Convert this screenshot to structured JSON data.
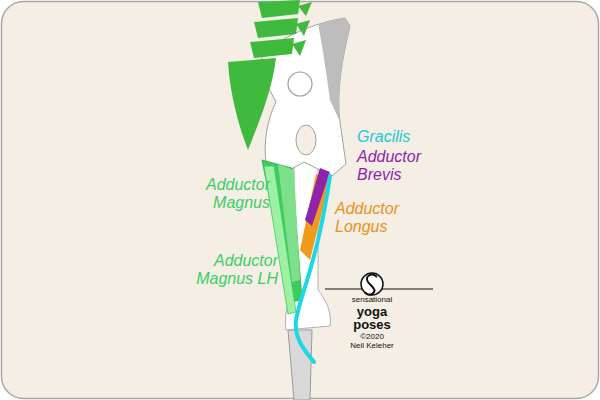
{
  "diagram": {
    "labels": [
      "Gracilis",
      "Adductor Brevis",
      "Adductor Magnus",
      "Adductor Longus",
      "Adductor Magnus LH",
      "sensational",
      "yoga",
      "poses",
      "©2020",
      "Neil Keleher"
    ]
  }
}
